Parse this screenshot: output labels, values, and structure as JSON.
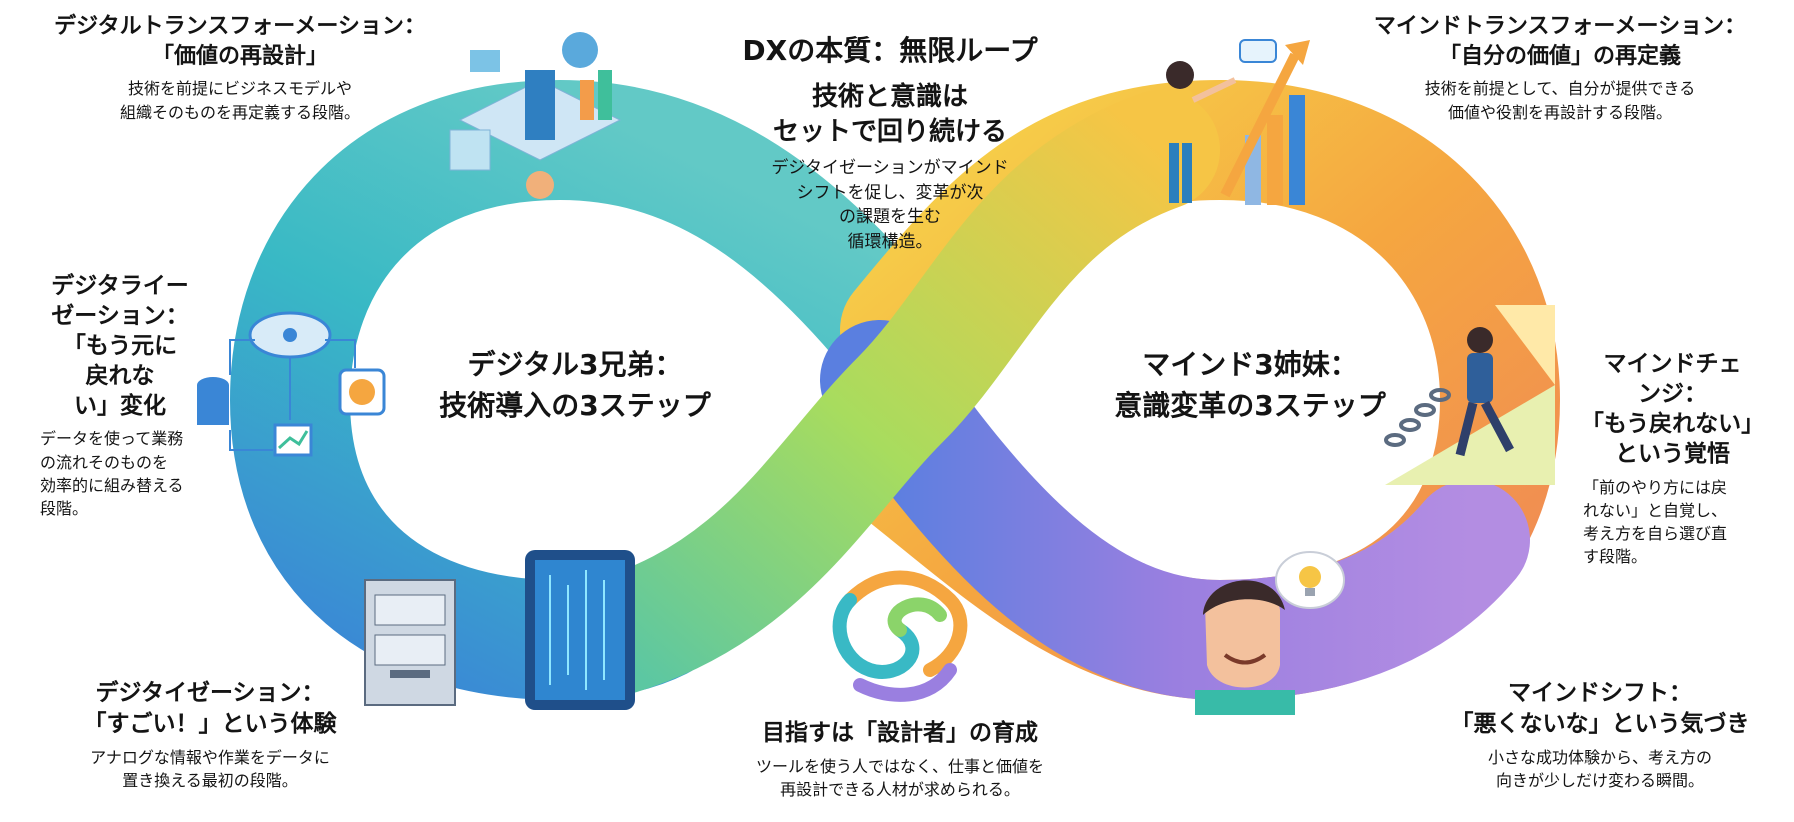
{
  "colors": {
    "digital_start": "#3a86d6",
    "digital_mid": "#39b9c5",
    "digital_end": "#8bd46a",
    "mind_start": "#f6c545",
    "mind_mid": "#f5a640",
    "mind_end": "#9a7fe0",
    "text": "#141414"
  },
  "center_top": {
    "title": "DXの本質：無限ループ",
    "subtitle_lines": [
      "技術と意識は",
      "セットで回り続ける"
    ],
    "desc_lines": [
      "デジタイゼーションがマインド",
      "シフトを促し、変革が次",
      "の課題を生む",
      "循環構造。"
    ]
  },
  "dx_transformation": {
    "title_lines": [
      "デジタルトランスフォーメーション：",
      "「価値の再設計」"
    ],
    "desc_lines": [
      "技術を前提にビジネスモデルや",
      "組織そのものを再定義する段階。"
    ]
  },
  "digitalization": {
    "title_lines": [
      "デジタライー",
      "ゼーション：",
      "「もう元に",
      "戻れな",
      "い」変化"
    ],
    "desc_lines": [
      "データを使って業務",
      "の流れそのものを",
      "効率的に組み替える",
      "段階。"
    ]
  },
  "digitization": {
    "title_lines": [
      "デジタイゼーション：",
      "「すごい！」という体験"
    ],
    "desc_lines": [
      "アナログな情報や作業をデータに",
      "置き換える最初の段階。"
    ]
  },
  "digital_center": {
    "lines": [
      "デジタル3兄弟：",
      "技術導入の3ステップ"
    ]
  },
  "mind_center": {
    "lines": [
      "マインド3姉妹：",
      "意識変革の3ステップ"
    ]
  },
  "mind_transformation": {
    "title_lines": [
      "マインドトランスフォーメーション：",
      "「自分の価値」の再定義"
    ],
    "desc_lines": [
      "技術を前提として、自分が提供できる",
      "価値や役割を再設計する段階。"
    ]
  },
  "mind_change": {
    "title_lines": [
      "マインドチェ",
      "ンジ：",
      "「もう戻れない」",
      "という覚悟"
    ],
    "desc_lines": [
      "「前のやり方には戻",
      "れない」と自覚し、",
      "考え方を自ら選び直",
      "す段階。"
    ]
  },
  "mind_shift": {
    "title_lines": [
      "マインドシフト：",
      "「悪くないな」という気づき"
    ],
    "desc_lines": [
      "小さな成功体験から、考え方の",
      "向きが少しだけ変わる瞬間。"
    ]
  },
  "bottom_center": {
    "title": "目指すは「設計者」の育成",
    "desc_lines": [
      "ツールを使う人ではなく、仕事と価値を",
      "再設計できる人材が求められる。"
    ]
  },
  "icons": {
    "network": "network-platform-icon",
    "cloud": "cloud-workflow-icon",
    "file_cabinet": "file-cabinet-icon",
    "tablet": "digital-tablet-icon",
    "growth": "growth-chart-person-icon",
    "breaking_chains": "breaking-chains-person-icon",
    "idea": "smiling-man-lightbulb-icon",
    "knot": "infinity-knot-icon"
  }
}
